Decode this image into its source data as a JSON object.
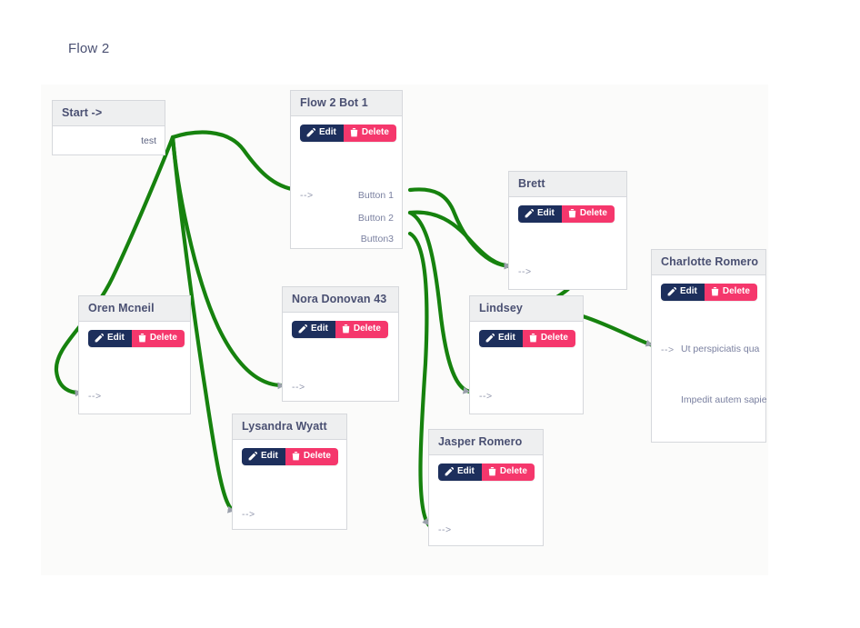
{
  "page": {
    "flow_title": "Flow 2",
    "canvas_bg": "#fbfbfa",
    "edge_color": "#16820e",
    "header_bg": "#eeeff0",
    "edit_color": "#1d2f5c",
    "delete_color": "#f5376c",
    "title_color": "#4a5072"
  },
  "labels": {
    "edit": "Edit",
    "delete": "Delete",
    "in_arrow": "-->"
  },
  "nodes": [
    {
      "id": "start",
      "title": "Start ->",
      "outputs": [
        "test"
      ],
      "inputs": [],
      "has_buttons": false
    },
    {
      "id": "flow2bot1",
      "title": "Flow 2 Bot 1",
      "outputs": [
        "Button 1",
        "Button 2",
        "Button3"
      ],
      "inputs": [
        "-->"
      ],
      "has_buttons": true
    },
    {
      "id": "brett",
      "title": "Brett",
      "outputs": [],
      "inputs": [
        "-->"
      ],
      "has_buttons": true
    },
    {
      "id": "charlotte",
      "title": "Charlotte Romero",
      "outputs": [
        "Ut perspiciatis qua",
        "Impedit autem sapie"
      ],
      "inputs": [
        "-->"
      ],
      "has_buttons": true
    },
    {
      "id": "oren",
      "title": "Oren Mcneil",
      "outputs": [],
      "inputs": [
        "-->"
      ],
      "has_buttons": true
    },
    {
      "id": "nora",
      "title": "Nora Donovan 43",
      "outputs": [],
      "inputs": [
        "-->"
      ],
      "has_buttons": true
    },
    {
      "id": "lindsey",
      "title": "Lindsey",
      "outputs": [],
      "inputs": [
        "-->"
      ],
      "has_buttons": true
    },
    {
      "id": "lysandra",
      "title": "Lysandra Wyatt",
      "outputs": [],
      "inputs": [
        "-->"
      ],
      "has_buttons": true
    },
    {
      "id": "jasper",
      "title": "Jasper Romero",
      "outputs": [],
      "inputs": [
        "-->"
      ],
      "has_buttons": true
    }
  ],
  "edges": [
    {
      "from": "start.test",
      "to": "flow2bot1.in"
    },
    {
      "from": "start.test",
      "to": "oren.in"
    },
    {
      "from": "start.test",
      "to": "nora.in"
    },
    {
      "from": "start.test",
      "to": "lysandra.in"
    },
    {
      "from": "flow2bot1.Button 1",
      "to": "brett.in"
    },
    {
      "from": "flow2bot1.Button 2",
      "to": "brett.in"
    },
    {
      "from": "flow2bot1.Button 2",
      "to": "lindsey.in"
    },
    {
      "from": "flow2bot1.Button3",
      "to": "jasper.in"
    },
    {
      "from": "brett.bottom",
      "to": "lindsey.top"
    },
    {
      "from": "lindsey.right",
      "to": "charlotte.in"
    }
  ]
}
